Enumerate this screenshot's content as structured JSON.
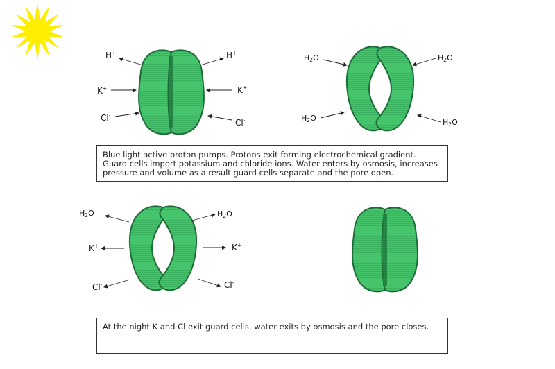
{
  "colors": {
    "cell_fill": "#46c46b",
    "cell_stroke": "#1d6b38",
    "cell_stripe": "#2f9a55",
    "cell_shadow": "#1f7a3e",
    "sun": "#ffee00",
    "text": "#111111"
  },
  "icons": {
    "sun": "sun-icon"
  },
  "labels": {
    "h_plus": "H",
    "k_plus": "K",
    "cl_minus": "Cl",
    "h2o_h": "H",
    "h2o_sub": "2",
    "h2o_o": "O",
    "plus_sign": "+",
    "minus_sign": "-"
  },
  "captions": {
    "day": [
      "Blue light active proton pumps. Protons exit forming electrochemical gradient.",
      "Guard cells import potassium and chloride ions. Water enters by osmosis, increases",
      "pressure and volume as a result guard cells separate and the pore open."
    ],
    "night": "At the night K  and Cl  exit guard cells, water exits by osmosis and the pore closes."
  }
}
